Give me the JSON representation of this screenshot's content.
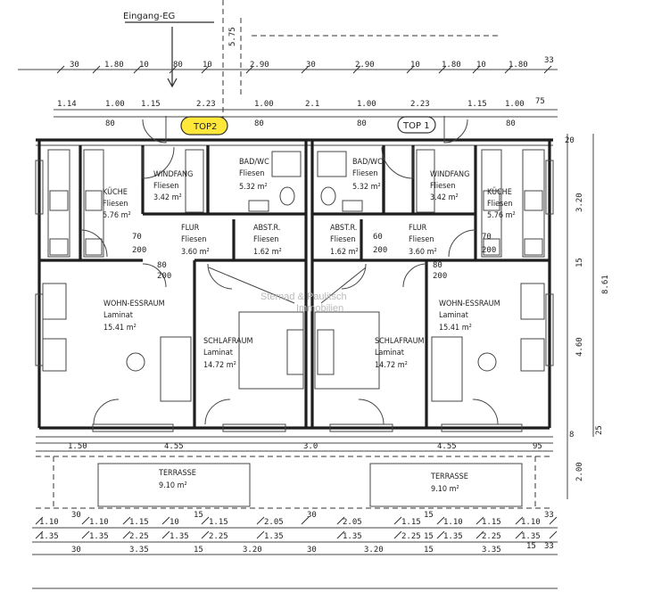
{
  "entrance_label": "Eingang-EG",
  "units": {
    "left": "TOP2",
    "right": "TOP 1"
  },
  "watermark": {
    "line1": "Sternad & Paulitsch",
    "line2": "Immobilien"
  },
  "rooms": {
    "left_kueche": {
      "name": "KÜCHE",
      "floor": "Fliesen",
      "area": "5.76 m²"
    },
    "left_windfang": {
      "name": "WINDFANG",
      "floor": "Fliesen",
      "area": "3.42 m²"
    },
    "left_bad": {
      "name": "BAD/WC",
      "floor": "Fliesen",
      "area": "5.32 m²"
    },
    "left_flur": {
      "name": "FLUR",
      "floor": "Fliesen",
      "area": "3.60 m²"
    },
    "left_abst": {
      "name": "ABST.R.",
      "floor": "Fliesen",
      "area": "1.62 m²"
    },
    "left_wohn": {
      "name": "WOHN-ESSRAUM",
      "floor": "Laminat",
      "area": "15.41 m²"
    },
    "left_schlaf": {
      "name": "SCHLAFRAUM",
      "floor": "Laminat",
      "area": "14.72 m²"
    },
    "left_terrasse": {
      "name": "TERRASSE",
      "area": "9.10 m²"
    },
    "right_bad": {
      "name": "BAD/WC",
      "floor": "Fliesen",
      "area": "5.32 m²"
    },
    "right_windfang": {
      "name": "WINDFANG",
      "floor": "Fliesen",
      "area": "3.42 m²"
    },
    "right_kueche": {
      "name": "KÜCHE",
      "floor": "Fliesen",
      "area": "5.76 m²"
    },
    "right_abst": {
      "name": "ABST.R.",
      "floor": "Fliesen",
      "area": "1.62 m²"
    },
    "right_flur": {
      "name": "FLUR",
      "floor": "Fliesen",
      "area": "3.60 m²"
    },
    "right_schlaf": {
      "name": "SCHLAFRAUM",
      "floor": "Laminat",
      "area": "14.72 m²"
    },
    "right_wohn": {
      "name": "WOHN-ESSRAUM",
      "floor": "Laminat",
      "area": "15.41 m²"
    },
    "right_terrasse": {
      "name": "TERRASSE",
      "area": "9.10 m²"
    }
  },
  "dims": {
    "top_row1": [
      "30",
      "1.80",
      "10",
      "80",
      "10",
      "2.90",
      "30",
      "2.90",
      "10",
      "1.80",
      "10",
      "1.80",
      "33"
    ],
    "top_row2": [
      "1.14",
      "1.00",
      "1.15",
      "2.23",
      "1.00",
      "2.1",
      "1.00",
      "2.23",
      "1.15",
      "1.00",
      "75"
    ],
    "top_row3": [
      "80",
      "80",
      "80",
      "80"
    ],
    "vertical_575": "5.75",
    "right_col": [
      "20",
      "3.20",
      "15",
      "4.60",
      "8.61",
      "8",
      "25",
      "2.00"
    ],
    "mid_row": [
      "1.50",
      "4.55",
      "3.0",
      "4.55",
      "95"
    ],
    "bottom_row1": [
      "1.10",
      "30",
      "1.10",
      "1.15",
      "10",
      "15",
      "1.15",
      "2.05",
      "30",
      "2.05",
      "1.15",
      "15",
      "1.10",
      "1.15",
      "1.10",
      "33"
    ],
    "bottom_row2": [
      "1.35",
      "1.35",
      "2.25",
      "1.35",
      "2.25",
      "1.35",
      "1.35",
      "2.25",
      "15",
      "1.35",
      "2.25",
      "1.35"
    ],
    "bottom_row3": [
      "30",
      "3.35",
      "15",
      "3.20",
      "30",
      "3.20",
      "15",
      "3.35",
      "15",
      "33"
    ],
    "door_small": [
      "70",
      "200",
      "80",
      "200",
      "60",
      "200",
      "70",
      "200",
      "80",
      "200"
    ]
  }
}
